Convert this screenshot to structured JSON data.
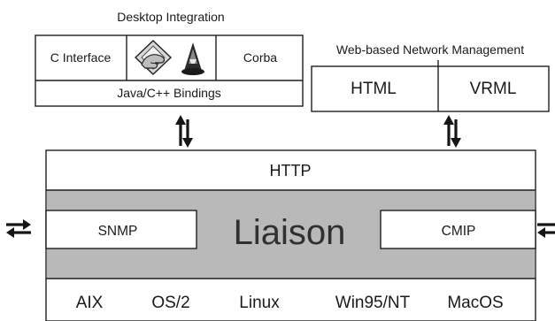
{
  "desktop_integration": {
    "title": "Desktop Integration",
    "c_interface": "C Interface",
    "corba": "Corba",
    "bindings": "Java/C++ Bindings",
    "icons": [
      "hand-on-window-icon",
      "wizard-hat-icon"
    ]
  },
  "web_management": {
    "title": "Web-based Network Management",
    "html": "HTML",
    "vrml": "VRML"
  },
  "core": {
    "http": "HTTP",
    "snmp": "SNMP",
    "name": "Liaison",
    "cmip": "CMIP",
    "band_color": "#b9b9b9"
  },
  "platforms": [
    "AIX",
    "OS/2",
    "Linux",
    "Win95/NT",
    "MacOS"
  ],
  "arrows": [
    "bidirectional-arrow-icon"
  ]
}
